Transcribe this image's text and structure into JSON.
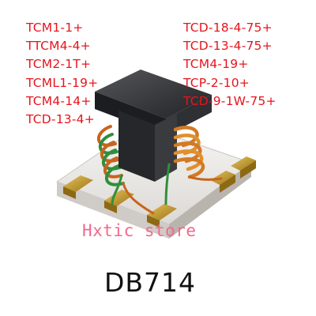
{
  "part_numbers_left": [
    "TCM1-1+",
    "TTCM4-4+",
    "TCM2-1T+",
    "TCML1-19+",
    "TCM4-14+",
    "TCD-13-4+"
  ],
  "part_numbers_right": [
    "TCD-18-4-75+",
    "TCD-13-4-75+",
    "TCM4-19+",
    "TCP-2-10+",
    "TCD-9-1W-75+"
  ],
  "watermark": "Hxtic store",
  "product_code": "DB714",
  "colors": {
    "part_number_text": "#e8141c",
    "watermark_text": "#f06a8a",
    "code_text": "#111111",
    "base": "#ece9e6",
    "core": "#2a2b2e",
    "gold_pad": "#c09228",
    "copper_wire": "#c8641c",
    "green_wire": "#2f8f3c"
  },
  "image_description": "transformer-component-photo"
}
